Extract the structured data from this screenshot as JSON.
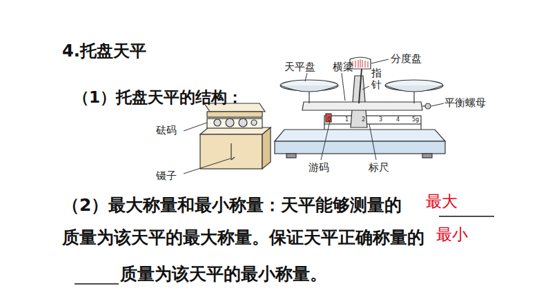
{
  "diagram": {
    "title": "4.托盘天平",
    "labels": [
      "（1）托盘天平的结构：",
      "天平盘",
      "横梁",
      "分度盘",
      "指针",
      "平衡螺母",
      "砝码",
      "镊子",
      "游码",
      "标尺",
      "0",
      "1",
      "2",
      "3",
      "4",
      "5g",
      "（2）最大称量和最小称量：天平能够测量的",
      "最大",
      "质量为该天平的最大称量。保证天平正确称量的",
      "最小",
      "质量为该天平的最小称量。"
    ]
  }
}
